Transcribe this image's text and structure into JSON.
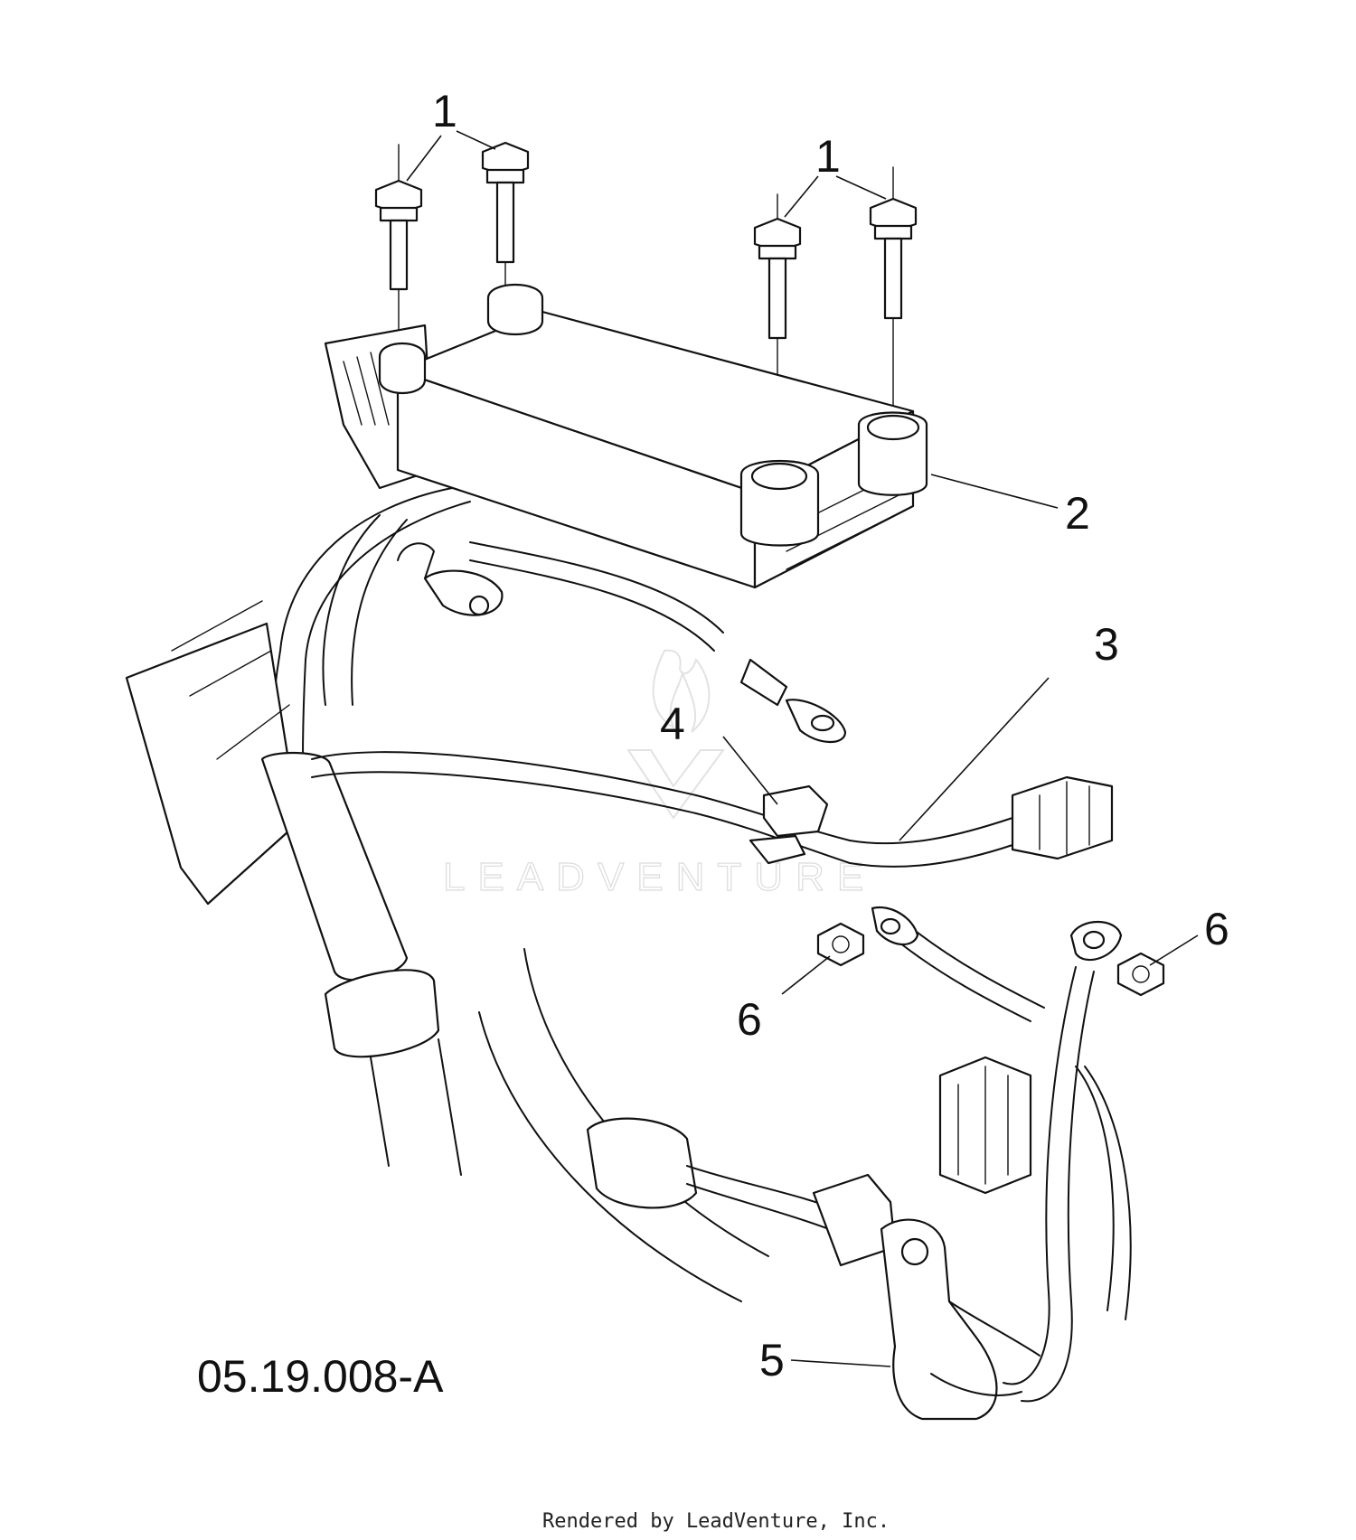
{
  "figure": {
    "code": "05.19.008-A",
    "credit": "Rendered by LeadVenture, Inc.",
    "watermark": "LEADVENTURE"
  },
  "callouts": [
    {
      "id": "c1a",
      "label": "1"
    },
    {
      "id": "c1b",
      "label": "1"
    },
    {
      "id": "c2",
      "label": "2"
    },
    {
      "id": "c3",
      "label": "3"
    },
    {
      "id": "c4",
      "label": "4"
    },
    {
      "id": "c5",
      "label": "5"
    },
    {
      "id": "c6a",
      "label": "6"
    },
    {
      "id": "c6b",
      "label": "6"
    }
  ],
  "style": {
    "line_color": "#111111",
    "background": "#ffffff",
    "watermark_color": "#dcdcdc"
  },
  "icons": {
    "watermark_logo": "flame-v-logo-icon"
  }
}
